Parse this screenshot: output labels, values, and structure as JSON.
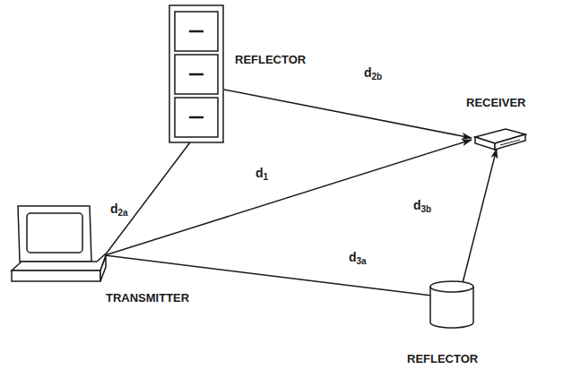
{
  "diagram": {
    "nodes": [
      {
        "text": [
          "REFLECTOR"
        ]
      },
      {
        "text": [
          "RECEIVER"
        ]
      },
      {
        "text": [
          "TRANSMITTER"
        ]
      },
      {
        "text": [
          "REFLECTOR"
        ]
      }
    ],
    "edges": [
      {
        "from": 2,
        "to": 1,
        "label": "d1",
        "arrow": "to"
      },
      {
        "from": 2,
        "to": 0,
        "label": "d2a",
        "arrow": "none"
      },
      {
        "from": 0,
        "to": 1,
        "label": "d2b",
        "arrow": "to"
      },
      {
        "from": 2,
        "to": 3,
        "label": "d3a",
        "arrow": "none"
      },
      {
        "from": 3,
        "to": 1,
        "label": "d3b",
        "arrow": "to"
      }
    ]
  }
}
